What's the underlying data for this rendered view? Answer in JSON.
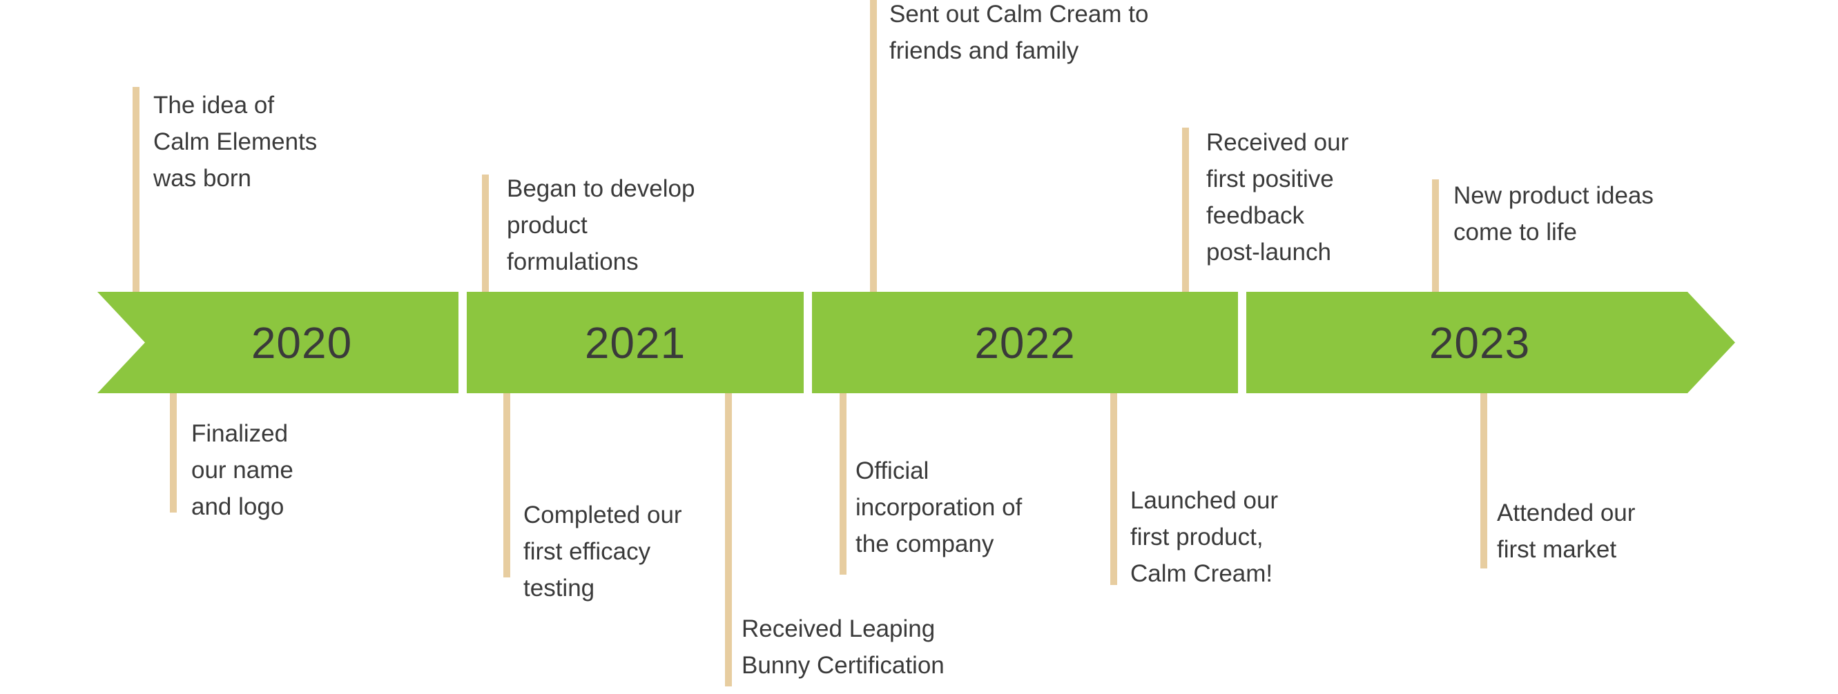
{
  "colors": {
    "banner_green": "#8CC63F",
    "tick_tan": "#E7CDA0",
    "text_dark": "#3A3A3A"
  },
  "timeline": {
    "years": [
      {
        "label": "2020"
      },
      {
        "label": "2021"
      },
      {
        "label": "2022"
      },
      {
        "label": "2023"
      }
    ],
    "events_above": [
      {
        "text": "The idea of\nCalm Elements\nwas born"
      },
      {
        "text": "Began to develop\nproduct\nformulations"
      },
      {
        "text": "Sent out Calm Cream to\nfriends and family"
      },
      {
        "text": "Received our\nfirst positive\nfeedback\npost-launch"
      },
      {
        "text": "New product ideas\ncome to life"
      }
    ],
    "events_below": [
      {
        "text": "Finalized\nour name\nand logo"
      },
      {
        "text": "Completed our\nfirst efficacy\ntesting"
      },
      {
        "text": "Received Leaping\nBunny Certification"
      },
      {
        "text": "Official\nincorporation of\nthe company"
      },
      {
        "text": "Launched our\nfirst product,\nCalm Cream!"
      },
      {
        "text": "Attended our\nfirst market"
      }
    ]
  }
}
